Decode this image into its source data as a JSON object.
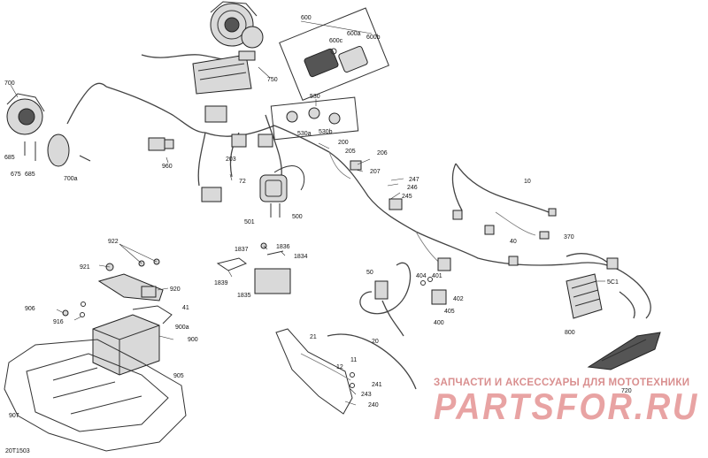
{
  "diagram_code": "20T1503",
  "watermark": {
    "tagline": "ЗАПЧАСТИ И АКСЕССУАРЫ ДЛЯ МОТОТЕХНИКИ",
    "logo": "PARTSFOR.RU"
  },
  "callouts": {
    "c600": "600",
    "c600a": "600a",
    "c600b": "600b",
    "c600c": "600c",
    "c700": "700",
    "c700a": "700a",
    "c685a": "685",
    "c675": "675",
    "c685b": "685",
    "c750": "750",
    "c530": "530",
    "c530a": "530a",
    "c530b": "530b",
    "c200": "200",
    "c205": "205",
    "c206": "206",
    "c207": "207",
    "c245": "245",
    "c246": "246",
    "c247": "247",
    "c10": "10",
    "c40": "40",
    "c370": "370",
    "c960": "960",
    "c203": "203",
    "c72": "72",
    "c500": "500",
    "c501": "501",
    "c922": "922",
    "c921": "921",
    "c920": "920",
    "c1837": "1837",
    "c1836": "1836",
    "c1834": "1834",
    "c1839": "1839",
    "c1835": "1835",
    "c50": "50",
    "c404": "404",
    "c401": "401",
    "c402": "402",
    "c405": "405",
    "c400": "400",
    "c5C1": "5C1",
    "c800": "800",
    "c906": "906",
    "c916": "916",
    "c41": "41",
    "c900a": "900a",
    "c900": "900",
    "c905": "905",
    "c907": "907",
    "c21": "21",
    "c20": "20",
    "c11": "11",
    "c12": "12",
    "c241": "241",
    "c243": "243",
    "c240": "240",
    "c720": "720"
  }
}
